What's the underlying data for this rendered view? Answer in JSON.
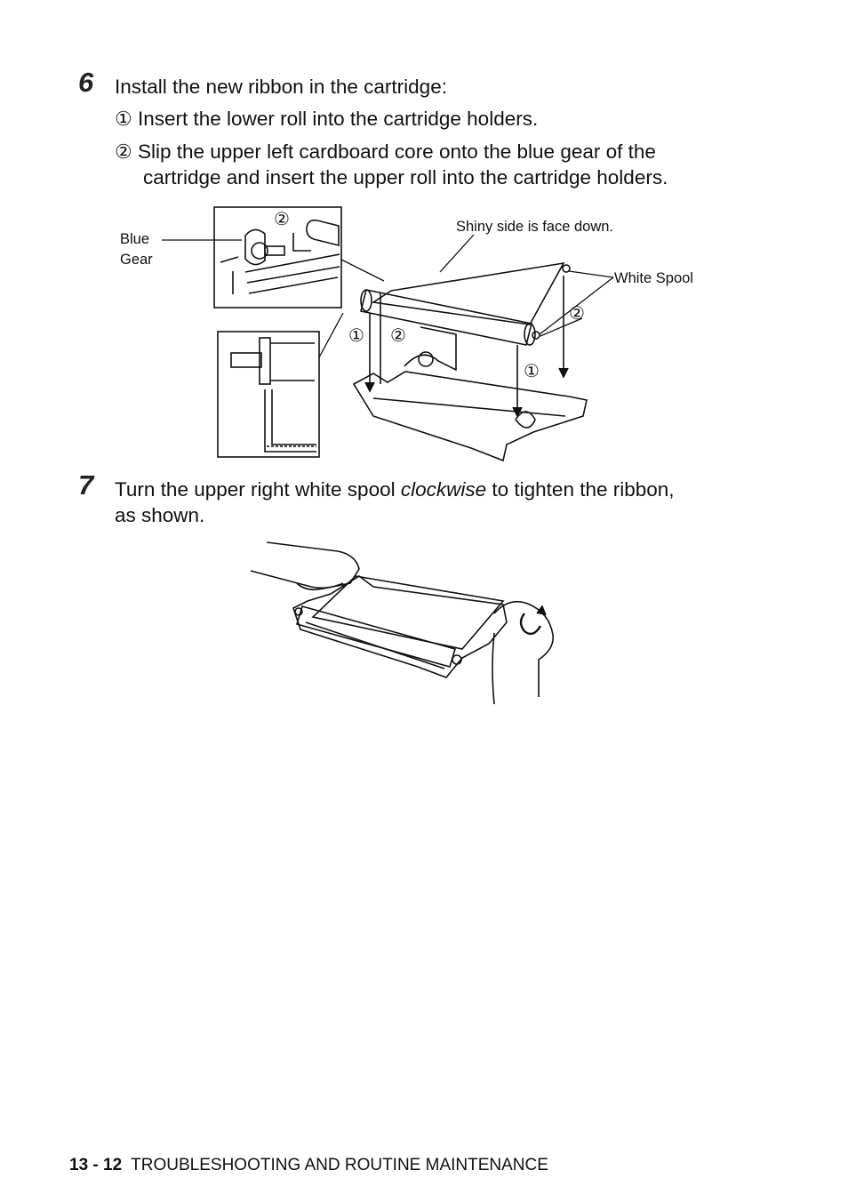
{
  "step6": {
    "number": "6",
    "text": "Install the new ribbon in the cartridge:",
    "sub1_marker": "①",
    "sub1_text": "Insert the lower roll into the cartridge holders.",
    "sub2_marker": "②",
    "sub2_line1": "Slip the upper left cardboard core onto the blue gear of the",
    "sub2_line2": "cartridge and insert the upper roll into the cartridge holders."
  },
  "figure1": {
    "label_blue": "Blue",
    "label_gear": "Gear",
    "label_shiny": "Shiny side is face down.",
    "label_white_spool": "White Spool",
    "callout_1": "①",
    "callout_2": "②"
  },
  "step7": {
    "number": "7",
    "text_before": "Turn the upper right white spool ",
    "text_italic": "clockwise",
    "text_after": " to tighten the ribbon,",
    "line2": "as shown."
  },
  "footer": {
    "page_number": "13 - 12",
    "section_title": "TROUBLESHOOTING AND ROUTINE MAINTENANCE"
  }
}
